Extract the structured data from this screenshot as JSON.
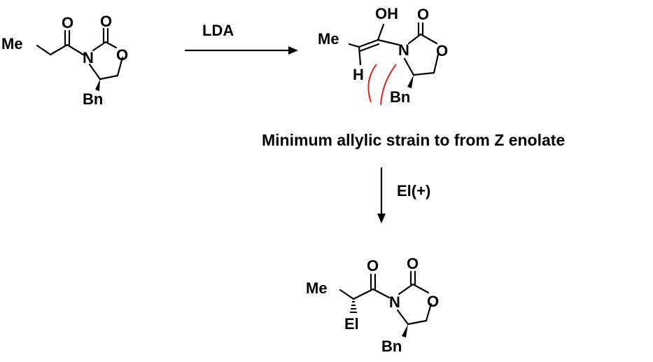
{
  "reactant": {
    "atoms": {
      "me": "Me",
      "o_acyl": "O",
      "o_carbonyl": "O",
      "n": "N",
      "o_ring": "O",
      "bn": "Bn"
    }
  },
  "step1": {
    "reagent": "LDA"
  },
  "enolate": {
    "atoms": {
      "oh": "OH",
      "o_carbonyl": "O",
      "me": "Me",
      "n": "N",
      "o_ring": "O",
      "h": "H",
      "bn": "Bn"
    },
    "strain_color": "#e0241b"
  },
  "caption": "Minimum allylic strain to from Z enolate",
  "step2": {
    "reagent": "El(+)"
  },
  "product": {
    "atoms": {
      "o_acyl": "O",
      "o_carbonyl": "O",
      "me": "Me",
      "n": "N",
      "o_ring": "O",
      "el": "El",
      "bn": "Bn"
    }
  }
}
